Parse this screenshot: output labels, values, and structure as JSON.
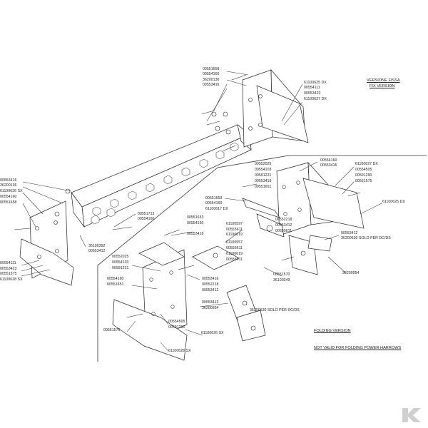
{
  "notes": {
    "fixed_it": "VERSIONE FISSA",
    "fixed_en": "FIX VERSION",
    "folding": "FOLDING VERSION",
    "not_valid": "NOT VALID FOR FOLDING POWER HARROWS"
  },
  "labels": {
    "top_center": [
      "00551658",
      "00554160",
      "36200136",
      "00553416"
    ],
    "top_right": [
      "61100625 DX",
      "00554111",
      "00553423",
      "61100627 DX"
    ],
    "left_upper": [
      "00553416",
      "36200136",
      "61100626 SX",
      "00554160",
      "00551658"
    ],
    "left_lower": [
      "00554111",
      "00553423",
      "00551575",
      "61100628 SX"
    ],
    "center_mid": [
      "00551713",
      "00554160"
    ],
    "center_low": [
      "36100392",
      "00553412"
    ],
    "fold_top": [
      "00552025",
      "00554103",
      "00591221",
      "00553416",
      "00551651"
    ],
    "fold_top2": [
      "00554160",
      "00553416"
    ],
    "fold_right_top": [
      "61100627 DX",
      "00554505",
      "00591290",
      "00551575"
    ],
    "fold_right_625": "61100625 DX",
    "fold_mid_a": [
      "00551653",
      "00554160",
      "61100617 DX"
    ],
    "fold_mid_b": [
      "00551653",
      "00554160",
      "00553416"
    ],
    "fold_mid_c": [
      "61100597",
      "00555611",
      "61100619"
    ],
    "fold_mid_d": [
      "61100557",
      "00555611",
      "61100619",
      "00555611"
    ],
    "fold_mid_e": [
      "00552218",
      "00553412",
      "00555611"
    ],
    "fold_mid_f": [
      "00553412",
      "36200630 SOLO PER DC/DS"
    ],
    "fold_right_low": "36200954",
    "fold_left": [
      "00552025",
      "00554103",
      "00591221"
    ],
    "fold_left2": "00551651",
    "fold_center": [
      "00553416",
      "00552218",
      "00553412"
    ],
    "fold_center2": [
      "00551570",
      "36100349"
    ],
    "fold_center3": [
      "00553412",
      "36200954"
    ],
    "fold_center4": "36200630 SOLO PER DC/DS",
    "fold_bottom_left": "00551575",
    "fold_bottom_a": [
      "00554505",
      "00591290"
    ],
    "fold_bottom_b": "61100626 SX",
    "fold_bottom_c": "61100628 SX"
  }
}
